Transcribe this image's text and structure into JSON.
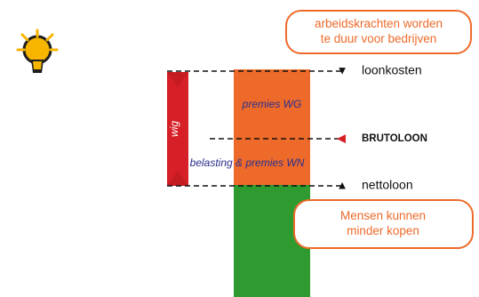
{
  "colors": {
    "orange": "#ED6A2A",
    "green": "#2E9A2F",
    "wedge_red": "#D61F26",
    "text_blue": "#2B2F8E",
    "black": "#111111"
  },
  "icons": {
    "lightbulb": "lightbulb-icon"
  },
  "callouts": {
    "top": {
      "lines": [
        "arbeidskrachten worden",
        "te duur voor bedrijven"
      ]
    },
    "bottom": {
      "lines": [
        "Mensen kunnen",
        "minder kopen"
      ]
    }
  },
  "segments": {
    "premies_wg": "premies WG",
    "belasting_premies_wn": "belasting & premies WN"
  },
  "wedge": {
    "label": "wig"
  },
  "levels": {
    "loonkosten": {
      "label": "loonkosten",
      "marker": "▼"
    },
    "brutoloon": {
      "label": "BRUTOLOON",
      "marker": "◀"
    },
    "nettoloon": {
      "label": "nettoloon",
      "marker": "▲"
    }
  }
}
